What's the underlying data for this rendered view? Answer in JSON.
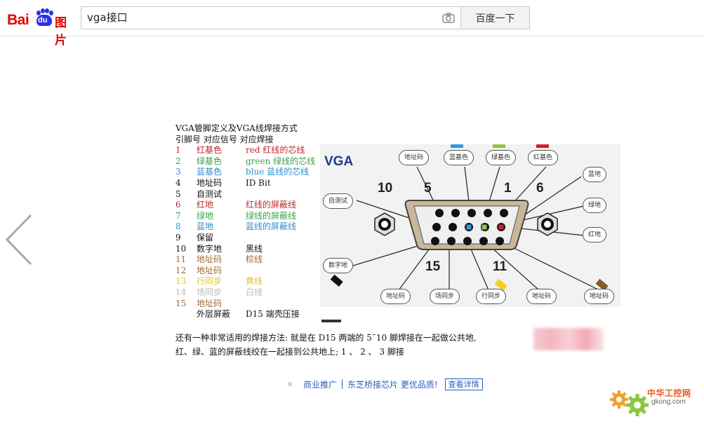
{
  "header": {
    "logo_bai": "Bai",
    "logo_du": "du",
    "logo_tupian": "图片",
    "search_value": "vga接口",
    "search_button": "百度一下",
    "camera_icon": "camera-icon"
  },
  "legend": {
    "title": "VGA管脚定义及VGA线焊接方式",
    "header": "引脚号 对应信号 对应焊接",
    "rows": [
      {
        "num": "1",
        "sig": "红基色",
        "weld": "red 红线的芯线",
        "color": "#c0282d"
      },
      {
        "num": "2",
        "sig": "绿基色",
        "weld": "green 绿线的芯线",
        "color": "#3aa34a"
      },
      {
        "num": "3",
        "sig": "蓝基色",
        "weld": "blue 蓝线的芯线",
        "color": "#2d8ed0"
      },
      {
        "num": "4",
        "sig": "地址码",
        "weld": "ID Bit",
        "color": "#111111"
      },
      {
        "num": "5",
        "sig": "自测试",
        "weld": "",
        "color": "#111111"
      },
      {
        "num": "6",
        "sig": "红地",
        "weld": "红线的屏蔽线",
        "color": "#c0282d"
      },
      {
        "num": "7",
        "sig": "绿地",
        "weld": "绿线的屏蔽线",
        "color": "#3aa34a"
      },
      {
        "num": "8",
        "sig": "蓝地",
        "weld": "蓝线的屏蔽线",
        "color": "#2d8ed0"
      },
      {
        "num": "9",
        "sig": "保留",
        "weld": "",
        "color": "#111111"
      },
      {
        "num": "10",
        "sig": "数字地",
        "weld": "黑线",
        "color": "#111111"
      },
      {
        "num": "11",
        "sig": "地址码",
        "weld": "棕线",
        "color": "#a06b35"
      },
      {
        "num": "12",
        "sig": "地址码",
        "weld": "",
        "color": "#a06b35"
      },
      {
        "num": "13",
        "sig": "行同步",
        "weld": "黄线",
        "color": "#e2c326"
      },
      {
        "num": "14",
        "sig": "场同步",
        "weld": "白线",
        "color": "#bbbbbb"
      },
      {
        "num": "15",
        "sig": "地址码",
        "weld": "",
        "color": "#a06b35"
      },
      {
        "num": "",
        "sig": "外层屏蔽",
        "weld": "D15 端壳压接",
        "color": "#111111"
      }
    ]
  },
  "diagram": {
    "title": "VGA",
    "top_tags": [
      "地址码",
      "蓝基色",
      "绿基色",
      "红基色"
    ],
    "right_tags": [
      "蓝地",
      "绿地",
      "红地"
    ],
    "left_tags": [
      "自测试",
      "数字地"
    ],
    "bottom_tags": [
      "地址码",
      "场同步",
      "行同步",
      "地址码",
      "地址码"
    ],
    "pin_numbers": [
      "10",
      "5",
      "1",
      "6",
      "15",
      "11"
    ],
    "color_marks": {
      "blue": "#2b9be0",
      "green": "#8fc34a",
      "red": "#d22030",
      "yellow": "#f1d020",
      "brown": "#8a5a2b",
      "black": "#111111"
    }
  },
  "bottom_text": {
    "line1": "还有一种非常适用的焊接方法: 就是在 D15 两端的 5¯10 脚焊接在一起做公共地,",
    "line2": "红、绿、蓝的屏蔽线绞在一起接到公共地上; 1 、 2 、 3 脚接"
  },
  "ad": {
    "close": "×",
    "label": "商业推广",
    "text": "东芝桥接芯片 更优品质!",
    "button": "查看详情"
  },
  "watermark": {
    "cn": "中华工控网",
    "en": "gkong.com"
  }
}
